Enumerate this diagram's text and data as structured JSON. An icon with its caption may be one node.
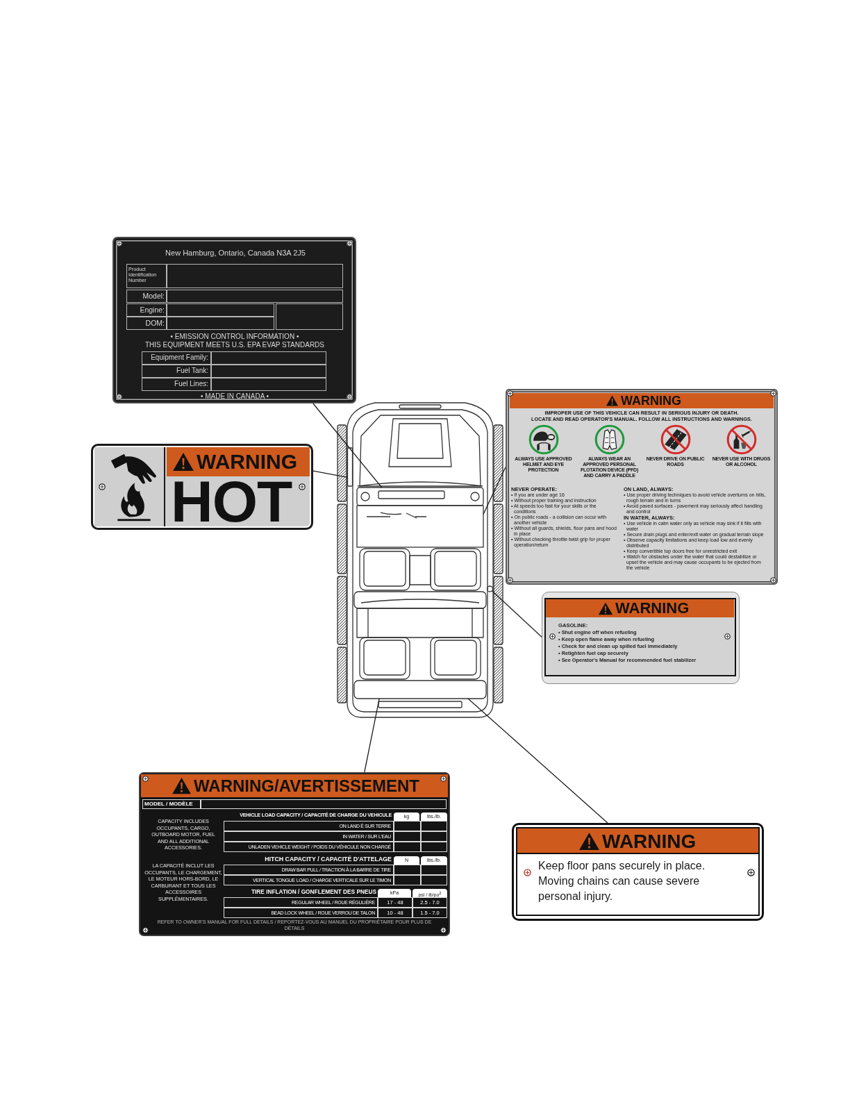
{
  "diagram": {
    "nodes": [
      {
        "text": [
          "New Hamburg, Ontario, Canada N3A 2J5",
          "Product Identification Number",
          "Model:",
          "Engine:",
          "DOM:",
          "• EMISSION CONTROL INFORMATION •",
          "THIS EQUIPMENT MEETS U.S. EPA EVAP STANDARDS",
          "Equipment Family:",
          "Fuel Tank:",
          "Fuel Lines:",
          "• MADE IN CANADA •"
        ]
      },
      {
        "text": [
          "WARNING",
          "IMPROPER USE OF THIS VEHICLE CAN RESULT IN SERIOUS INJURY OR DEATH.",
          "LOCATE AND READ OPERATOR'S MANUAL. FOLLOW ALL INSTRUCTIONS AND WARNINGS.",
          "ALWAYS USE APPROVED HELMET AND EYE PROTECTION",
          "ALWAYS WEAR AN APPROVED PERSONAL FLOTATION DEVICE (PFD) AND CARRY A PADDLE",
          "NEVER DRIVE ON PUBLIC ROADS",
          "NEVER USE WITH DRUGS OR ALCOHOL",
          "NEVER OPERATE:",
          "• If you are under age 16",
          "• Without proper training and instruction",
          "• At speeds too fast for your skills or the conditions",
          "• On public roads - a collision can occur with another vehicle",
          "• Without all guards, shields, floor pans and hood in place",
          "• Without checking throttle twist grip for proper operation/return",
          "ON LAND, ALWAYS:",
          "• Use proper driving techniques to avoid vehicle overturns on hills, rough terrain and in turns",
          "• Avoid paved surfaces - pavement may seriously affect handling and control",
          "IN WATER, ALWAYS:",
          "• Use vehicle in calm water only as vehicle may sink if it fills with water",
          "• Secure drain plugs and enter/exit water on gradual terrain slope",
          "• Observe capacity limitations and keep load low and evenly distributed",
          "• Keep convertible top doors free for unrestricted exit",
          "• Watch for obstacles under the water that could destabilize or upset the vehicle and may cause occupants to be ejected from the vehicle"
        ]
      },
      {
        "text": [
          "WARNING",
          "HOT"
        ]
      },
      {
        "text": [
          "WARNING",
          "GASOLINE:",
          "• Shut engine off when refueling",
          "• Keep open flame away when refueling",
          "• Check for and clean up spilled fuel immediately",
          "• Retighten fuel cap securely",
          "• See Operator's Manual for recommended fuel stabilizer"
        ]
      },
      {
        "text": [
          "WARNING/AVERTISSEMENT",
          "MODEL / MODÈLE",
          "CAPACITY INCLUDES OCCUPANTS, CARGO, OUTBOARD MOTOR, FUEL AND ALL ADDITIONAL ACCESSORIES.",
          "LA CAPACITÉ INCLUT LES OCCUPANTS, LE CHARGEMENT, LE MOTEUR HORS-BORD, LE CARBURANT ET TOUS LES ACCESSOIRES SUPPLÉMENTAIRES.",
          "VEHICLE LOAD CAPACITY / CAPACITÉ DE CHARGE DU VEHICULE",
          "kg",
          "lbs./lb.",
          "ON LAND È SUR TERRE",
          "IN WATER / SUR L'EAU",
          "UNLADEN VEHICLE WEIGHT / POIDS DU VÉHICULE NON CHARGÉ",
          "HITCH CAPACITY / CAPACITÉ D'ATTELAGE",
          "N",
          "lbs./lb.",
          "DRAW BAR PULL / TRACTION À LA BARRE DE TIRE",
          "VERTICAL TONGUE LOAD / CHARGE VERTICALE SUR LE TIMON",
          "TIRE INFLATION / GONFLEMENT DES PNEUS",
          "kPa",
          "psi / lb/po$^{2}$",
          "REGULAR WHEEL / ROUE RÉGULIÈRE",
          "17 - 48",
          "2.5 - 7.0",
          "BEAD LOCK WHEEL / ROUE VERROU DE TALON",
          "10 - 48",
          "1.5 - 7.0",
          "REFER TO OWNER'S MANUAL FOR FULL DETAILS / REPORTEZ-VOUS AU MANUEL DU PROPRIÉTAIRE POUR PLUS DE DÉTAILS"
        ]
      },
      {
        "text": [
          "WARNING",
          "Keep floor pans securely in place. Moving chains can cause severe personal injury."
        ]
      },
      {
        "text": [],
        "shape": "box"
      },
      {
        "text": [],
        "shape": "box"
      },
      {
        "text": [],
        "shape": "box"
      },
      {
        "text": [],
        "shape": "circle"
      },
      {
        "text": [],
        "shape": "box"
      }
    ],
    "edges": [
      {
        "from": 0,
        "to": 7,
        "arrow": "none"
      },
      {
        "from": 1,
        "to": 8,
        "arrow": "none"
      },
      {
        "from": 2,
        "to": 6,
        "arrow": "none"
      },
      {
        "from": 3,
        "to": 9,
        "arrow": "none"
      },
      {
        "from": 4,
        "to": 10,
        "arrow": "none"
      },
      {
        "from": 5,
        "to": 10,
        "arrow": "none"
      }
    ]
  }
}
